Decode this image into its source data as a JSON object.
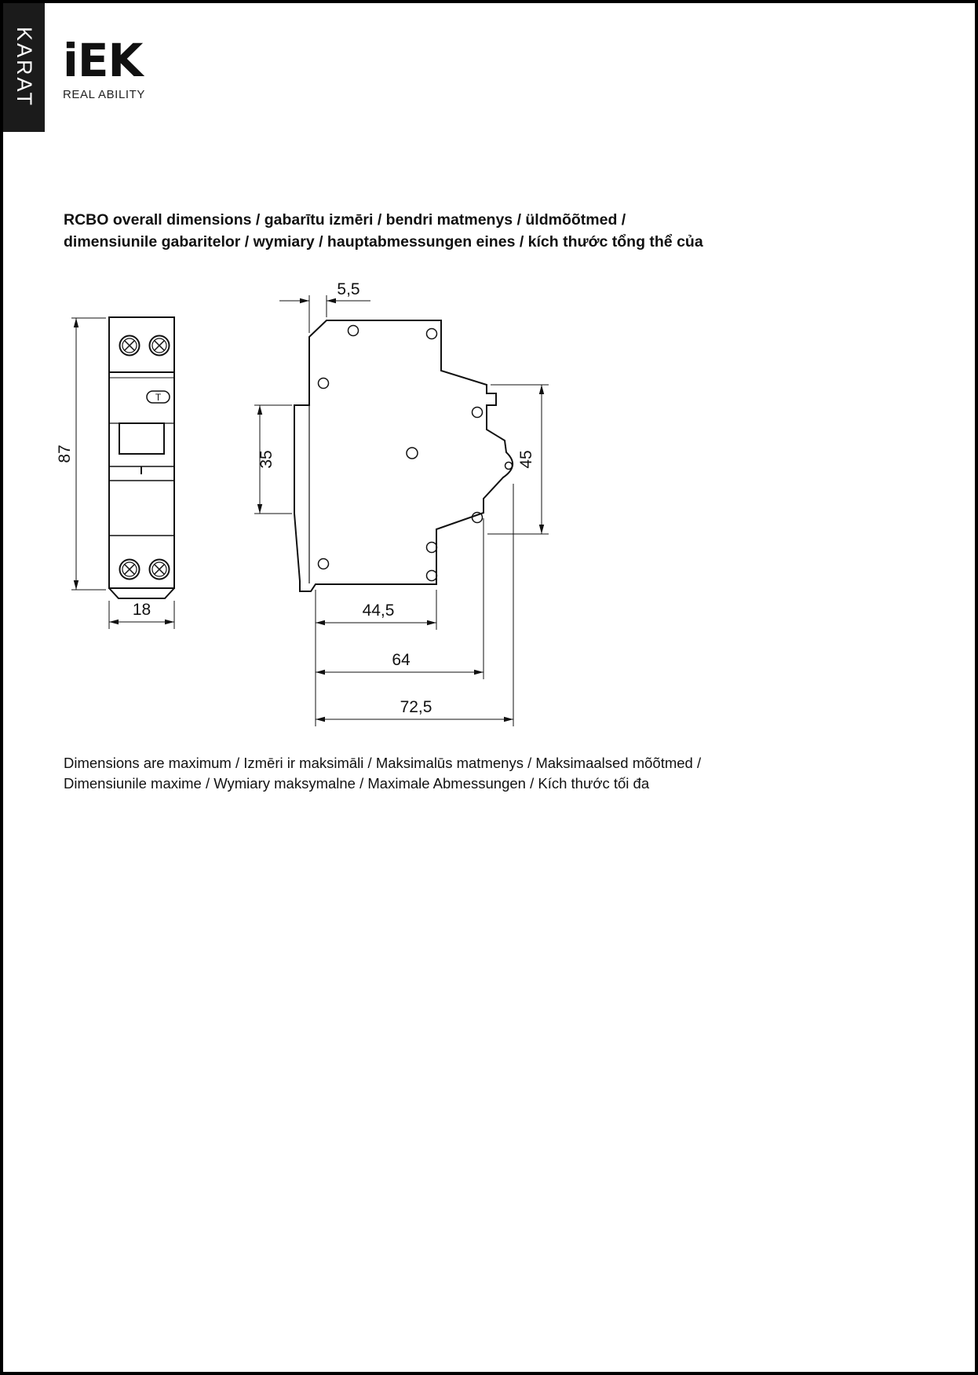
{
  "page": {
    "side_tab": "KARAT",
    "brand": {
      "logo": "iEK",
      "tagline": "REAL ABILITY"
    },
    "title_lines": [
      "RCBO overall dimensions / gabarītu izmēri / bendri matmenys / üldmõõtmed /",
      "dimensiunile gabaritelor / wymiary / hauptabmessungen eines / kích thước tổng thể của"
    ],
    "note_lines": [
      "Dimensions are maximum / Izmēri ir maksimāli / Maksimalūs matmenys / Maksimaalsed mõõtmed /",
      "Dimensiunile maxime / Wymiary maksymalne / Maximale Abmessungen / Kích thước tối đa"
    ]
  },
  "drawing": {
    "front_view": {
      "height_mm": "87",
      "width_mm": "18",
      "test_button_label": "T"
    },
    "side_view": {
      "mount_offset_mm": "5,5",
      "rail_section_mm": "35",
      "right_height_mm": "45",
      "depth_terminal_mm": "44,5",
      "depth_body_mm": "64",
      "depth_total_mm": "72,5"
    }
  }
}
